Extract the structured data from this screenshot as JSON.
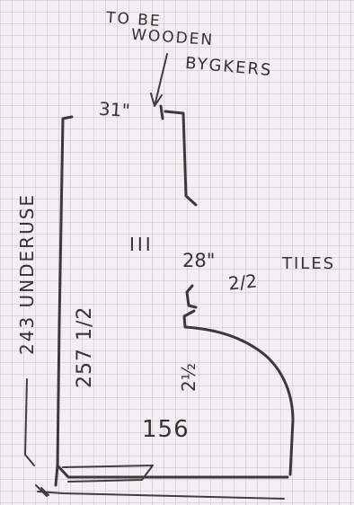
{
  "annotations": {
    "note_line1": "TO BE",
    "note_line2": "WOODEN",
    "note_line3": "BYGKERS",
    "top_width": "31\"",
    "middle_mark": "III",
    "middle_width": "28\"",
    "middle_fraction": "2/2",
    "tiles_label": "TILES",
    "side_note": "243 UNDERUSE",
    "left_length": "257 1/2",
    "right_fraction": "2½",
    "bottom_width": "156"
  },
  "colors": {
    "paper": "#f2eef1",
    "grid": "#cdbecd",
    "ink": "#3a3a3a"
  }
}
